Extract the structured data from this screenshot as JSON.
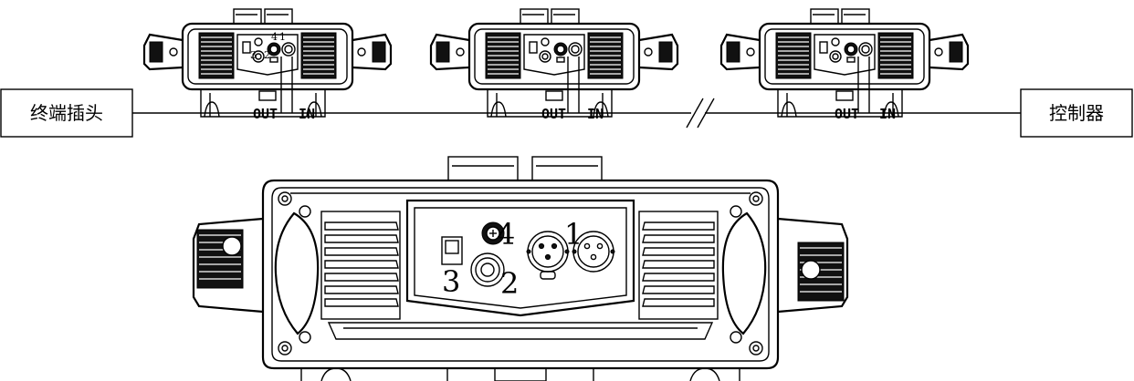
{
  "diagram": {
    "terminator_label": "终端插头",
    "controller_label": "控制器",
    "out_label": "OUT",
    "in_label": "IN",
    "callouts": {
      "one": "1",
      "two": "2",
      "three": "3",
      "four": "4"
    }
  }
}
